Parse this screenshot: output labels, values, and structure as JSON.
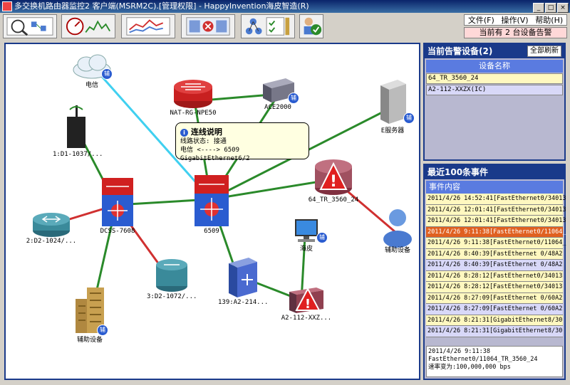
{
  "window": {
    "title": "多交换机路由器监控2 客户端(MSRM2C).[管理权限] - HappyInvention海皮智造(R)",
    "minimize": "_",
    "maximize": "□",
    "close": "×"
  },
  "toolbar": {
    "buttons": [
      "topology-view",
      "performance-monitor",
      "traffic-report",
      "device-alarm",
      "device-manage",
      "permissions"
    ]
  },
  "menu": {
    "items": [
      "文件(F)",
      "操作(V)",
      "帮助(H)"
    ],
    "alert_text": "当前有 2 台设备告警"
  },
  "alarm_panel": {
    "title": "当前告警设备(2)",
    "refresh_label": "全部刷新",
    "column": "设备名称",
    "devices": [
      "64_TR_3560_24",
      "A2-112-XXZX(IC)"
    ],
    "row_colors": [
      "#fff8c0",
      "#d8d8f8"
    ]
  },
  "event_panel": {
    "title": "最近100条事件",
    "column": "事件内容",
    "events": [
      "2011/4/26 14:52:41[FastEthernet0/34013",
      "2011/4/26 12:01:41[FastEthernet0/34013",
      "2011/4/26 12:01:41[FastEthernet0/34013",
      "2011/4/26 9:11:38[FastEthernet0/11064_",
      "2011/4/26 9:11:38[FastEthernet0/11064_",
      "2011/4/26 8:40:39[FastEthernet 0/48A2",
      "2011/4/26 8:40:39[FastEthernet 0/48A2",
      "2011/4/26 8:28:12[FastEthernet0/34013",
      "2011/4/26 8:28:12[FastEthernet0/34013",
      "2011/4/26 8:27:09[FastEthernet 0/60A2",
      "2011/4/26 8:27:09[FastEthernet 0/60A2",
      "2011/4/26 8:21:31[GigabitEthernet8/30",
      "2011/4/26 8:21:31[GigabitEthernet8/30"
    ],
    "row_colors": [
      "#fff8c0",
      "#fff8c0",
      "#fff8c0",
      "#e06020",
      "#fff8c0",
      "#fff8c0",
      "#d8d8f8",
      "#fff8c0",
      "#fff8c0",
      "#fff8c0",
      "#d8d8f8",
      "#fff8c0",
      "#d8d8f8"
    ],
    "detail": [
      "2011/4/26 9:11:38",
      "FastEthernet0/11064_TR_3560_24",
      "速率变为:100,000,000 bps"
    ]
  },
  "topology": {
    "tooltip": {
      "title": "连线说明",
      "line1": "线路状态: 接通",
      "line2": "电信 <----> 6509 GigabitEthernet6/2"
    },
    "badge_label": "辅",
    "nodes": {
      "telecom": "电信",
      "nat": "NAT-RG-NPE50",
      "ace": "ACE2000",
      "eserver": "E服务器",
      "d1": "1:D1-1037/...",
      "dcss": "DCSS-7608",
      "core": "6509",
      "tr3560": "64_TR_3560_24",
      "d2": "2:D2-1024/...",
      "d3": "3:D2-1072/...",
      "a2switch": "139:A2-214...",
      "haipi": "海皮",
      "helper_person": "辅助设备",
      "a2alarm": "A2-112-XXZ...",
      "helper_building": "辅助设备"
    },
    "colors": {
      "green": "#2a8a2a",
      "red": "#d03030",
      "cyan": "#40d0f0"
    }
  }
}
